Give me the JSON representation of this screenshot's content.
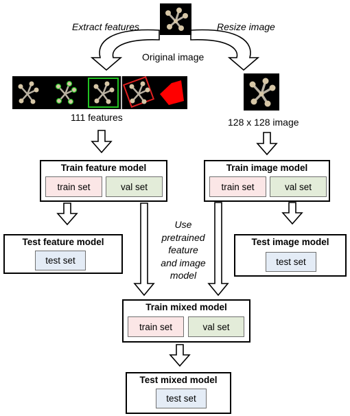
{
  "labels": {
    "extract_features": "Extract features",
    "resize_image": "Resize image",
    "original_image": "Original image",
    "feature_count": "111 features",
    "image_size": "128 x 128 image",
    "note_pretrained": "Use\npretrained\nfeature\nand image\nmodel"
  },
  "boxes": {
    "train_feature": {
      "title": "Train feature model",
      "train": "train set",
      "val": "val set"
    },
    "train_image": {
      "title": "Train image model",
      "train": "train set",
      "val": "val set"
    },
    "test_feature": {
      "title": "Test feature model",
      "test": "test set"
    },
    "test_image": {
      "title": "Test image model",
      "test": "test set"
    },
    "train_mixed": {
      "title": "Train mixed model",
      "train": "train set",
      "val": "val set"
    },
    "test_mixed": {
      "title": "Test mixed model",
      "test": "test set"
    }
  },
  "colors": {
    "train_fill": "#fbe6e6",
    "val_fill": "#e3ecd9",
    "test_fill": "#e4ecf6",
    "feature_box_green": "#22c322",
    "feature_box_red": "#e02020",
    "mask_red": "#ff0000"
  }
}
